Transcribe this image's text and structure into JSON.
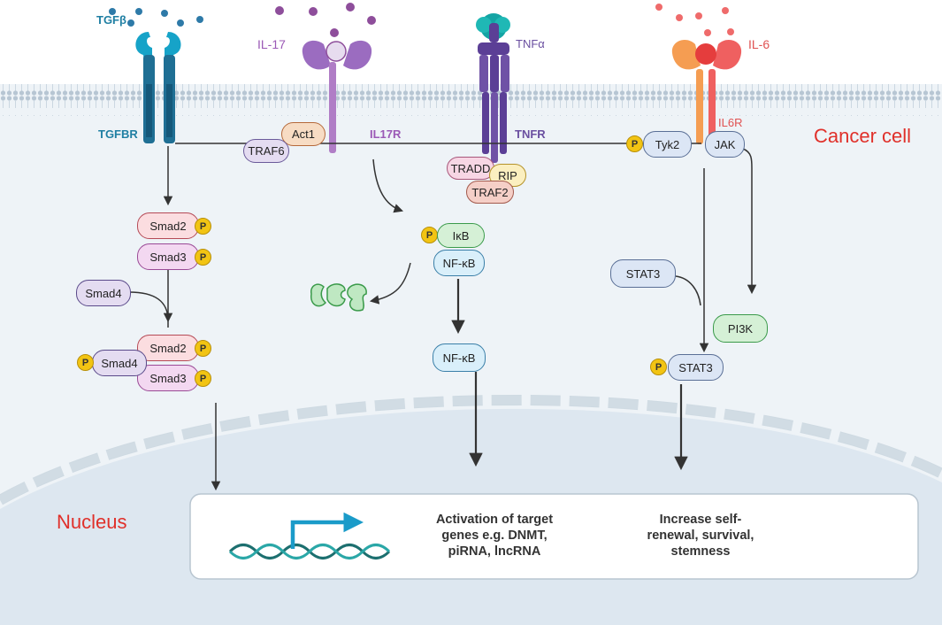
{
  "ligands": {
    "tgfb": "TGFβ",
    "il17": "IL-17",
    "tnfa": "TNFα",
    "il6": "IL-6"
  },
  "receptors": {
    "tgfbr": "TGFBR",
    "il17r": "IL17R",
    "tnfr": "TNFR",
    "il6r": "IL6R"
  },
  "regions": {
    "cell": "Cancer cell",
    "nucleus": "Nucleus"
  },
  "proteins": {
    "act1": "Act1",
    "traf6": "TRAF6",
    "tradd": "TRADD",
    "rip": "RIP",
    "traf2": "TRAF2",
    "tyk2": "Tyk2",
    "jak": "JAK",
    "smad2": "Smad2",
    "smad3": "Smad3",
    "smad4": "Smad4",
    "ikb": "IκB",
    "nfkb": "NF-κB",
    "nfkb_free": "NF-κB",
    "stat3": "STAT3",
    "stat3_p": "STAT3",
    "pi3k": "PI3K",
    "phospho": "P"
  },
  "nucleus_box": {
    "activation": "Activation of  target\ngenes e.g. DNMT,\npiRNA, lncRNA",
    "outcome": "Increase self-\nrenewal, survival,\nstemness"
  },
  "colors": {
    "tgfb": "#1f7fa3",
    "il17": "#9b59b6",
    "tnfa": "#6a4fa0",
    "il6": "#e05252",
    "cell_label": "#e0302a",
    "membrane": "#c9d5df",
    "cytoplasm": "#eef3f7",
    "nucleus": "#dde7f0"
  }
}
